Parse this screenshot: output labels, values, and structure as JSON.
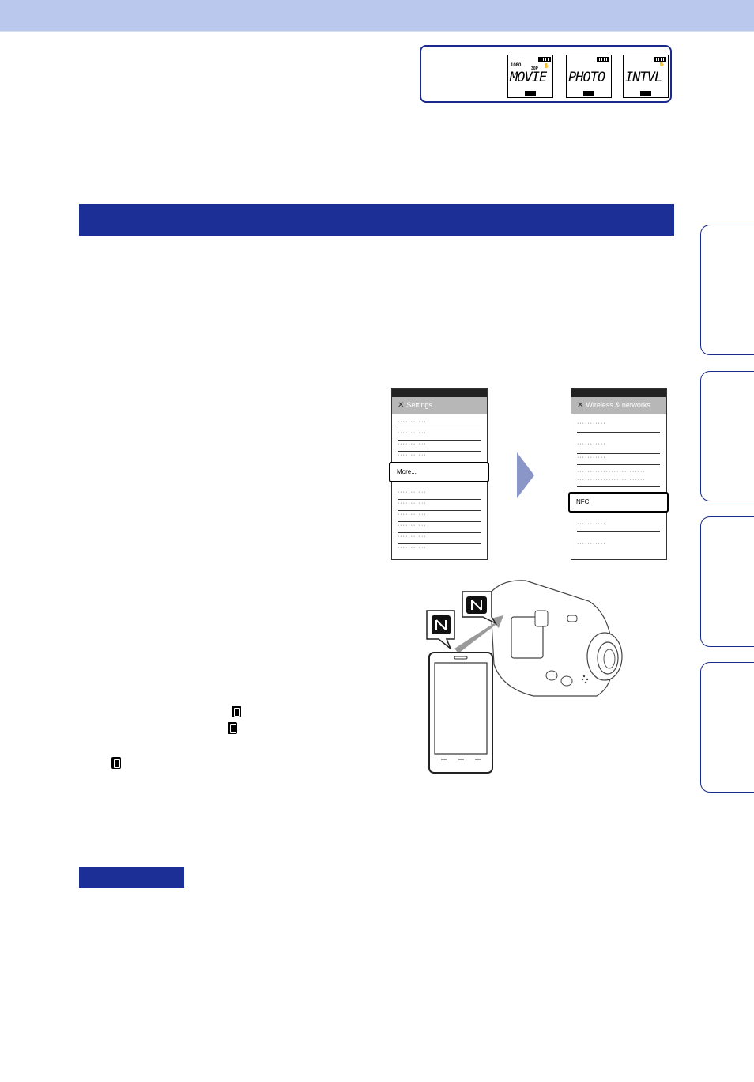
{
  "lcd_panels": [
    {
      "name": "movie",
      "text": "MOVIE",
      "resolution": "1080",
      "fps": "30P"
    },
    {
      "name": "photo",
      "text": "PHOTO"
    },
    {
      "name": "interval",
      "text": "INTVL"
    }
  ],
  "settings_screen": {
    "title": "Settings",
    "highlighted_item": "More..."
  },
  "wireless_screen": {
    "title": "Wireless & networks",
    "highlighted_item": "NFC"
  },
  "colors": {
    "top_band": "#b9c8ec",
    "section_bar": "#1c2f96",
    "frame_border": "#1a2a8c",
    "arrow": "#8a95c8"
  },
  "icons": [
    "nfc-icon",
    "tool-icon",
    "camera-icon",
    "film-icon"
  ]
}
